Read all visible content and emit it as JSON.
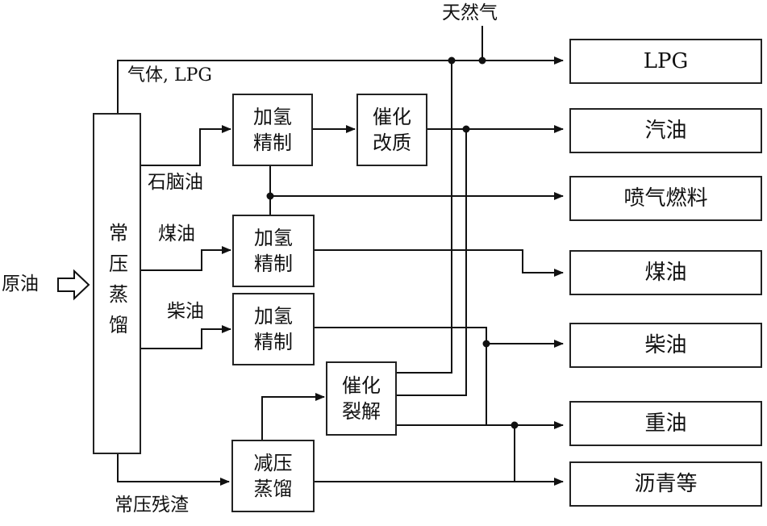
{
  "inputs": {
    "crude": "原油",
    "natural_gas": "天然气"
  },
  "column": "常压蒸馏",
  "streams": {
    "gas": "气体, LPG",
    "naphtha": "石脑油",
    "kerosene": "煤油",
    "diesel": "柴油",
    "residue": "常压残渣"
  },
  "units": {
    "hydro1": [
      "加氢",
      "精制"
    ],
    "reformer": [
      "催化",
      "改质"
    ],
    "hydro2": [
      "加氢",
      "精制"
    ],
    "hydro3": [
      "加氢",
      "精制"
    ],
    "fcc": [
      "催化",
      "裂解"
    ],
    "vacuum": [
      "减压",
      "蒸馏"
    ]
  },
  "products": {
    "lpg": "LPG",
    "gasoline": "汽油",
    "jet": "喷气燃料",
    "kerosene": "煤油",
    "diesel": "柴油",
    "heavy": "重油",
    "asphalt": "沥青等"
  }
}
